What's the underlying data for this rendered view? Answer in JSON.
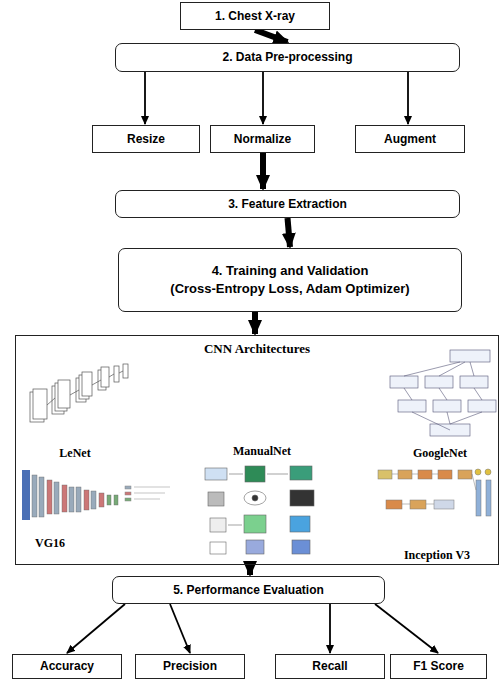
{
  "diagram": {
    "nodes": [
      {
        "text": [
          "1. Chest X-ray"
        ]
      },
      {
        "text": [
          "2. Data Pre-processing"
        ]
      },
      {
        "text": [
          "Resize"
        ]
      },
      {
        "text": [
          "Normalize"
        ]
      },
      {
        "text": [
          "Augment"
        ]
      },
      {
        "text": [
          "3. Feature Extraction"
        ]
      },
      {
        "text": [
          "4. Training and Validation",
          "(Cross-Entropy Loss, Adam Optimizer)"
        ]
      },
      {
        "text": [
          "CNN Architectures"
        ]
      },
      {
        "text": [
          "5. Performance Evaluation"
        ]
      },
      {
        "text": [
          "Accuracy"
        ]
      },
      {
        "text": [
          "Precision"
        ]
      },
      {
        "text": [
          "Recall"
        ]
      },
      {
        "text": [
          "F1 Score"
        ]
      }
    ],
    "edges": [
      {
        "from": 0,
        "to": 1,
        "arrow": "to"
      },
      {
        "from": 1,
        "to": 2,
        "arrow": "to"
      },
      {
        "from": 1,
        "to": 3,
        "arrow": "to"
      },
      {
        "from": 1,
        "to": 4,
        "arrow": "to"
      },
      {
        "from": 3,
        "to": 5,
        "arrow": "to"
      },
      {
        "from": 5,
        "to": 6,
        "arrow": "to"
      },
      {
        "from": 6,
        "to": 7,
        "arrow": "to"
      },
      {
        "from": 7,
        "to": 8,
        "arrow": "to"
      },
      {
        "from": 8,
        "to": 9,
        "arrow": "to"
      },
      {
        "from": 8,
        "to": 10,
        "arrow": "to"
      },
      {
        "from": 8,
        "to": 11,
        "arrow": "to"
      },
      {
        "from": 8,
        "to": 12,
        "arrow": "to"
      }
    ],
    "labels": [
      "LeNet",
      "ManualNet",
      "GoogleNet",
      "VG16",
      "Inception V3"
    ]
  }
}
